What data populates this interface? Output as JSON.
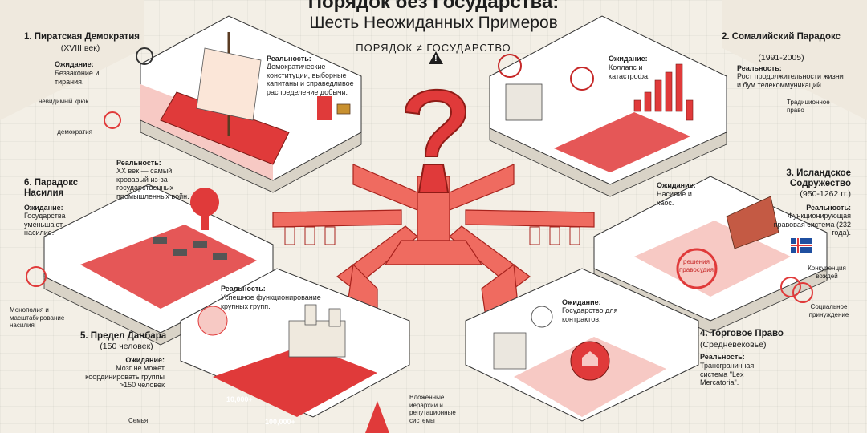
{
  "header": {
    "title_line1": "Порядок без Государства:",
    "title_line2": "Шесть Неожиданных Примеров",
    "tagline": "ПОРЯДОК ≠ ГОСУДАРСТВО"
  },
  "examples": {
    "ex1": {
      "title": "1. Пиратская Демократия",
      "period": "(XVIII век)",
      "expect_label": "Ожидание:",
      "expect_text": "Беззаконие и тирания.",
      "reality_label": "Реальность:",
      "reality_text": "Демократические конституции, выборные капитаны и справедливое распределение добычи.",
      "side_labels": [
        "невидимый крюк",
        "демократия"
      ]
    },
    "ex2": {
      "title": "2. Сомалийский Парадокс",
      "period": "(1991-2005)",
      "expect_label": "Ожидание:",
      "expect_text": "Коллапс и катастрофа.",
      "reality_label": "Реальность:",
      "reality_text": "Рост продолжительности жизни и бум телекоммуникаций.",
      "side_labels": [
        "Традиционное право"
      ]
    },
    "ex3": {
      "title": "3. Исландское Содружество",
      "period": "(950-1262 гг.)",
      "expect_label": "Ожидание:",
      "expect_text": "Насилие и хаос.",
      "reality_label": "Реальность:",
      "reality_text": "Функционирующая правовая система (232 года).",
      "side_labels": [
        "Конкуренция вождей",
        "Социальное принуждение",
        "решения правосудия"
      ]
    },
    "ex4": {
      "title": "4. Торговое Право",
      "period": "(Средневековье)",
      "expect_label": "Ожидание:",
      "expect_text": "Государство для контрактов.",
      "reality_label": "Реальность:",
      "reality_text": "Трансграничная система \"Lex Mercatoria\"."
    },
    "ex5": {
      "title": "5. Предел Данбара",
      "period": "(150 человек)",
      "expect_label": "Ожидание:",
      "expect_text": "Мозг не может координировать группы >150 человек",
      "reality_label": "Реальность:",
      "reality_text": "Успешное функционирование крупных групп.",
      "side_labels": [
        "Семья",
        "Вложенные иерархии и репутационные системы"
      ],
      "numbers": [
        "10,000+",
        "100,000+"
      ]
    },
    "ex6": {
      "title": "6. Парадокс Насилия",
      "expect_label": "Ожидание:",
      "expect_text": "Государства уменьшают насилие.",
      "reality_label": "Реальность:",
      "reality_text": "XX век — самый кровавый из-за государственных промышленных войн.",
      "side_labels": [
        "Монополия и масштабирование насилия"
      ]
    }
  },
  "colors": {
    "accent": "#e03a3a",
    "accent_light": "#f7c9c4",
    "ink": "#1d1d1d",
    "paper": "#f3efe6",
    "iceland_blue": "#1f4fa0"
  }
}
